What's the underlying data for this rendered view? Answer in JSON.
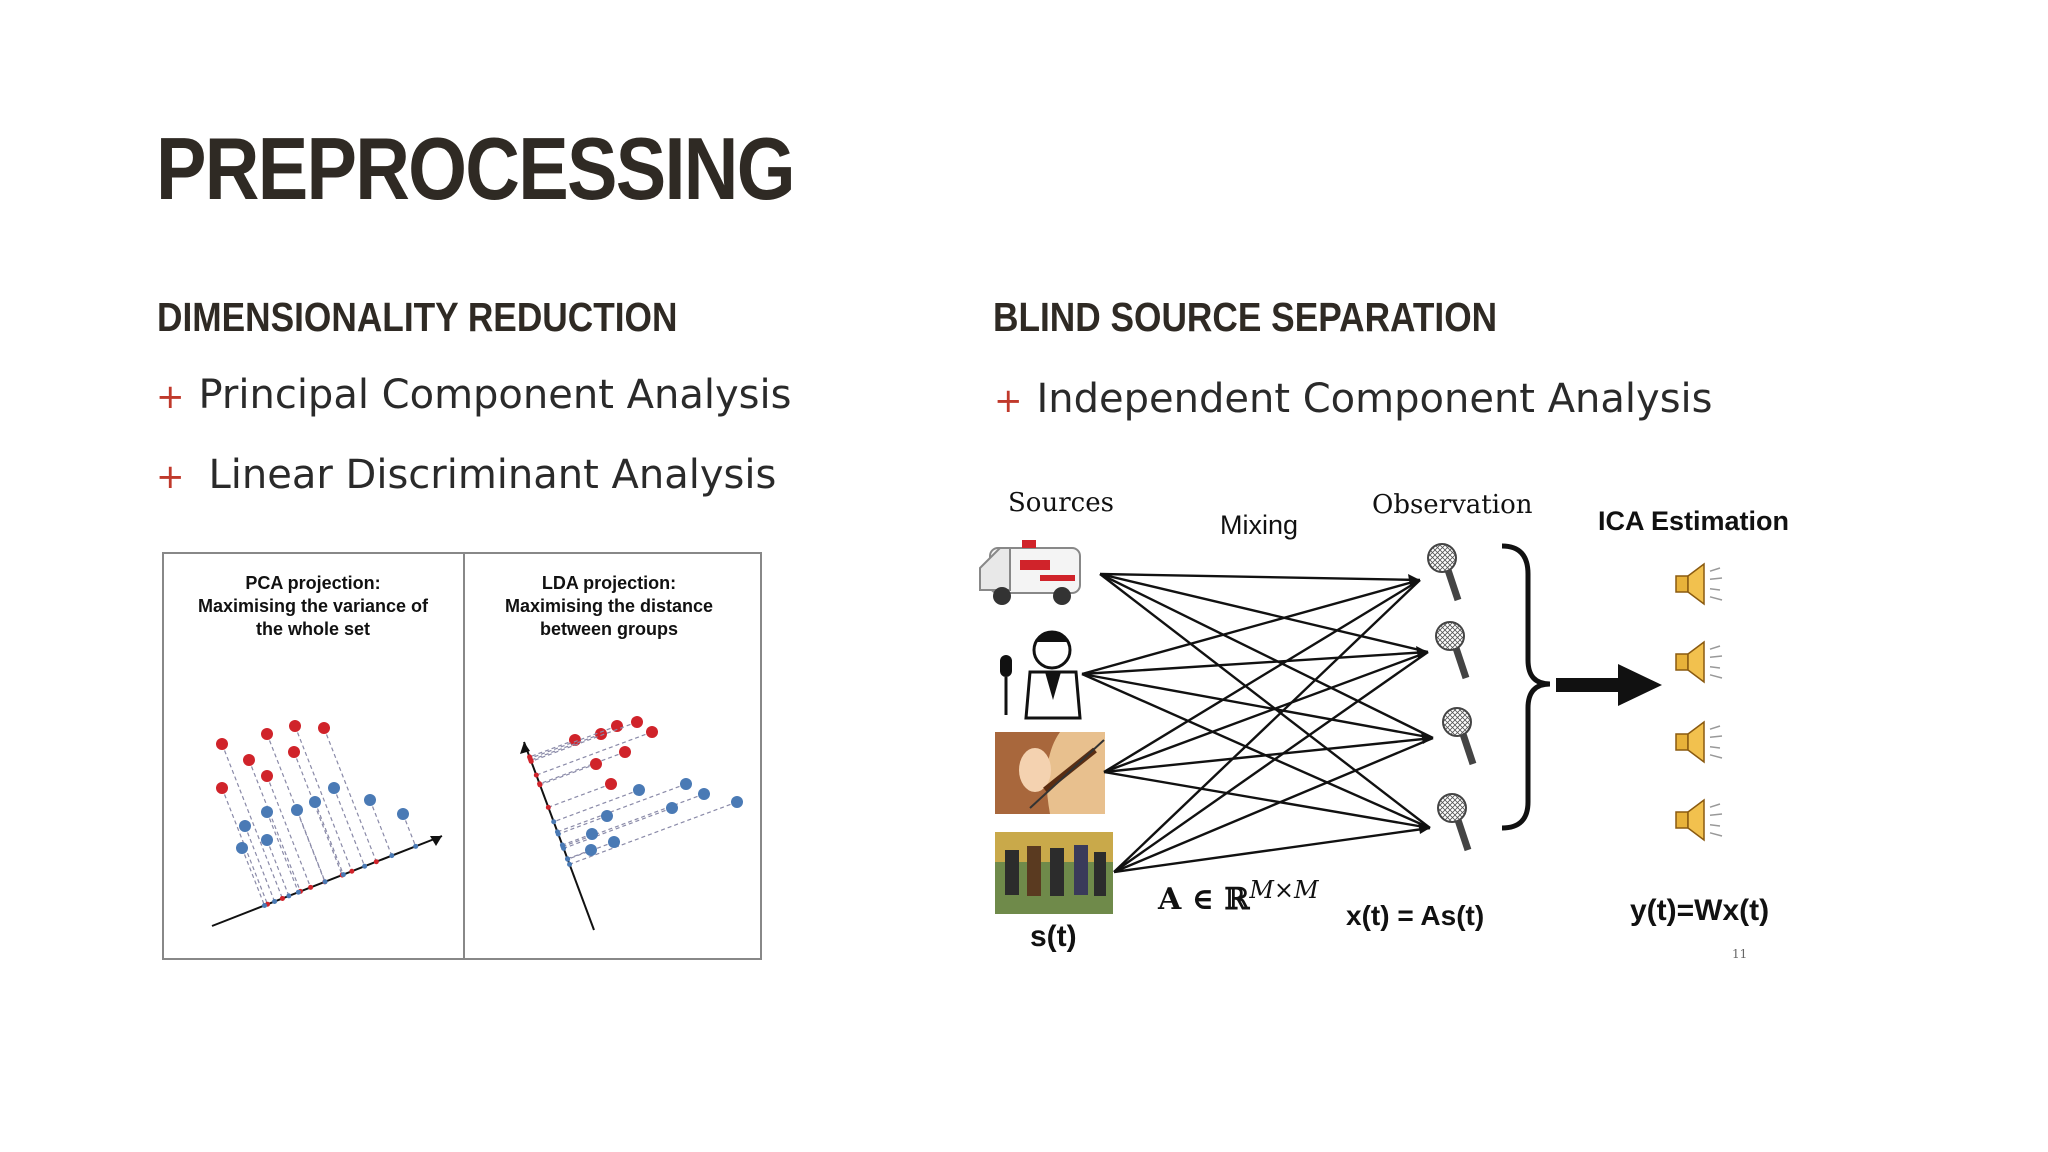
{
  "slide": {
    "title": "PREPROCESSING",
    "page_number": "11"
  },
  "left": {
    "heading": "DIMENSIONALITY REDUCTION",
    "bullets": [
      "Principal Component Analysis",
      "Linear Discriminant Analysis"
    ],
    "figure": {
      "pca_caption": [
        "PCA projection:",
        "Maximising the variance of",
        "the whole set"
      ],
      "lda_caption": [
        "LDA projection:",
        "Maximising the distance",
        "between groups"
      ],
      "colors": {
        "red_class": "#d0232a",
        "blue_class": "#4a7ab5",
        "projection_line": "#8a8aa8"
      }
    }
  },
  "right": {
    "heading": "BLIND SOURCE SEPARATION",
    "bullets": [
      "Independent Component Analysis"
    ],
    "diagram": {
      "sources_label": "Sources",
      "mixing_label": "Mixing",
      "observation_label": "Observation",
      "estimation_label": "ICA Estimation",
      "source_signal": "s(t)",
      "mixing_matrix": "A ∈ ℝ",
      "mixing_matrix_sup": "M×M",
      "observation_eq": "x(t) = As(t)",
      "estimation_eq": "y(t)=Wx(t)",
      "source_icons": [
        "ambulance-icon",
        "singer-icon",
        "violinist-icon",
        "band-icon"
      ],
      "observation_icons": [
        "microphone-icon",
        "microphone-icon",
        "microphone-icon",
        "microphone-icon"
      ],
      "estimate_icons": [
        "speaker-icon",
        "speaker-icon",
        "speaker-icon",
        "speaker-icon"
      ]
    }
  }
}
